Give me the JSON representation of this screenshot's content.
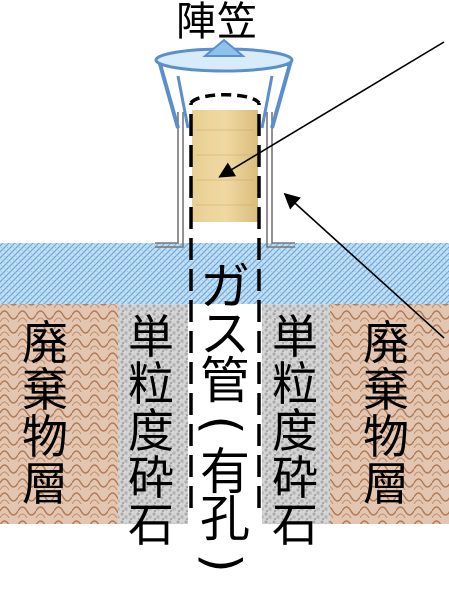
{
  "title": "陣笠",
  "labels": {
    "waste_left": "廃棄物層",
    "waste_right": "廃棄物層",
    "gravel_left": "単粒度砕石",
    "gravel_right": "単粒度砕石",
    "gas_pipe": "ガス管(有孔)"
  },
  "colors": {
    "cover_layer": "#b9d8ef",
    "waste_layer": "#d8b7a0",
    "gravel": "#bdbdbd",
    "filter_material": "#dfc488",
    "cap": "#8fc2ea"
  }
}
